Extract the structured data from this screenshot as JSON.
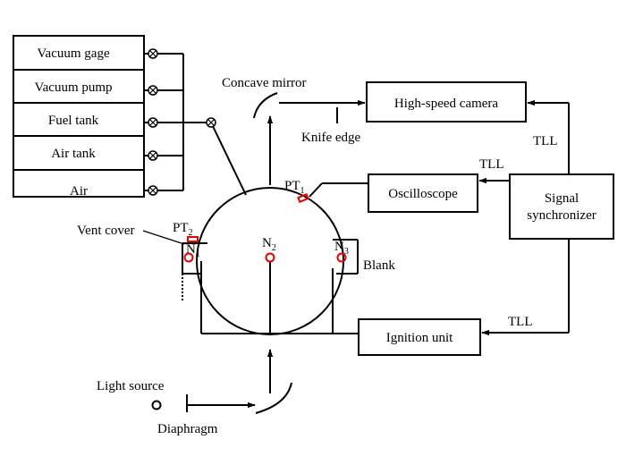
{
  "boxes": {
    "vacuum_gage": "Vacuum gage",
    "vacuum_pump": "Vacuum pump",
    "fuel_tank": "Fuel tank",
    "air_tank": "Air tank",
    "high_speed_camera": "High-speed camera",
    "oscilloscope": "Oscilloscope",
    "signal_synchronizer_line1": "Signal",
    "signal_synchronizer_line2": "synchronizer",
    "ignition_unit": "Ignition unit"
  },
  "labels": {
    "air": "Air",
    "concave_mirror": "Concave mirror",
    "knife_edge": "Knife edge",
    "tll_camera": "TLL",
    "tll_oscilloscope": "TLL",
    "tll_ignition": "TLL",
    "vent_cover": "Vent cover",
    "blank": "Blank",
    "light_source": "Light source",
    "diaphragm": "Diaphragm"
  },
  "sensors": {
    "pt1": {
      "main": "PT",
      "sub": "1"
    },
    "pt2": {
      "main": "PT",
      "sub": "2"
    },
    "n1": {
      "main": "N",
      "sub": "1"
    },
    "n2": {
      "main": "N",
      "sub": "2"
    },
    "n3": {
      "main": "N",
      "sub": "3"
    }
  },
  "colors": {
    "line": "#000000",
    "sensor_marker": "#e00000"
  }
}
